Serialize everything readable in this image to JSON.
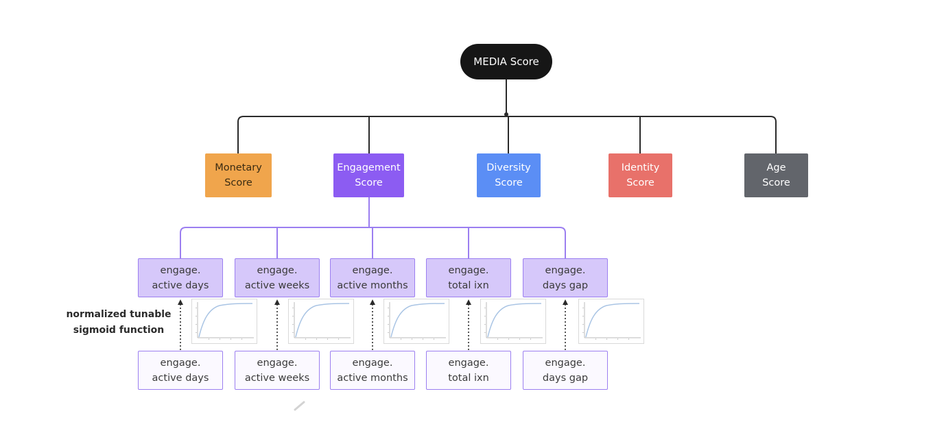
{
  "root": {
    "label": "MEDIA Score"
  },
  "scores": [
    {
      "line1": "Monetary",
      "line2": "Score",
      "color": "#f0a54c"
    },
    {
      "line1": "Engagement",
      "line2": "Score",
      "color": "#8c5cf2"
    },
    {
      "line1": "Diversity",
      "line2": "Score",
      "color": "#5b8ef5"
    },
    {
      "line1": "Identity",
      "line2": "Score",
      "color": "#e8716a"
    },
    {
      "line1": "Age",
      "line2": "Score",
      "color": "#62656b"
    }
  ],
  "features": [
    {
      "line1": "engage.",
      "line2": "active days"
    },
    {
      "line1": "engage.",
      "line2": "active weeks"
    },
    {
      "line1": "engage.",
      "line2": "active months"
    },
    {
      "line1": "engage.",
      "line2": "total ixn"
    },
    {
      "line1": "engage.",
      "line2": "days gap"
    }
  ],
  "inputs": [
    {
      "line1": "engage.",
      "line2": "active days"
    },
    {
      "line1": "engage.",
      "line2": "active weeks"
    },
    {
      "line1": "engage.",
      "line2": "active months"
    },
    {
      "line1": "engage.",
      "line2": "total ixn"
    },
    {
      "line1": "engage.",
      "line2": "days gap"
    }
  ],
  "annotation": {
    "line1": "normalized tunable",
    "line2": "sigmoid function"
  },
  "icons": {
    "thumbnail": "sigmoid-plot-icon",
    "arrow": "dotted-arrow-icon"
  },
  "colors": {
    "root": "#161616",
    "tree_line": "#2a2a2a",
    "engagement_line": "#9b7ef0"
  }
}
